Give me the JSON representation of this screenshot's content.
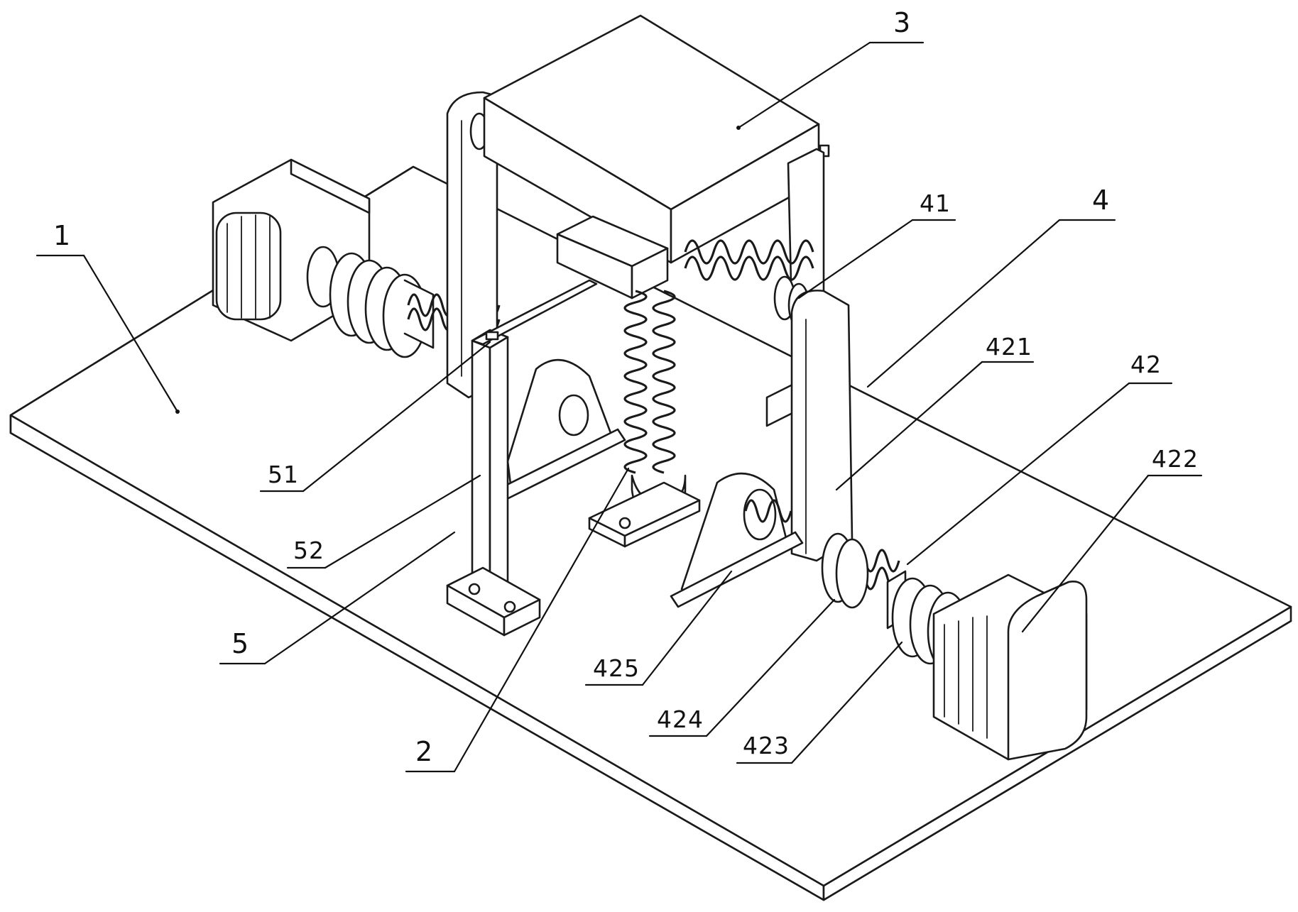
{
  "figure": {
    "callouts": [
      {
        "id": "c1",
        "label": "1"
      },
      {
        "id": "c2",
        "label": "2"
      },
      {
        "id": "c3",
        "label": "3"
      },
      {
        "id": "c4",
        "label": "4"
      },
      {
        "id": "c5",
        "label": "5"
      },
      {
        "id": "c41",
        "label": "41"
      },
      {
        "id": "c42",
        "label": "42"
      },
      {
        "id": "c51",
        "label": "51"
      },
      {
        "id": "c52",
        "label": "52"
      },
      {
        "id": "c421",
        "label": "421"
      },
      {
        "id": "c422",
        "label": "422"
      },
      {
        "id": "c423",
        "label": "423"
      },
      {
        "id": "c424",
        "label": "424"
      },
      {
        "id": "c425",
        "label": "425"
      }
    ]
  }
}
